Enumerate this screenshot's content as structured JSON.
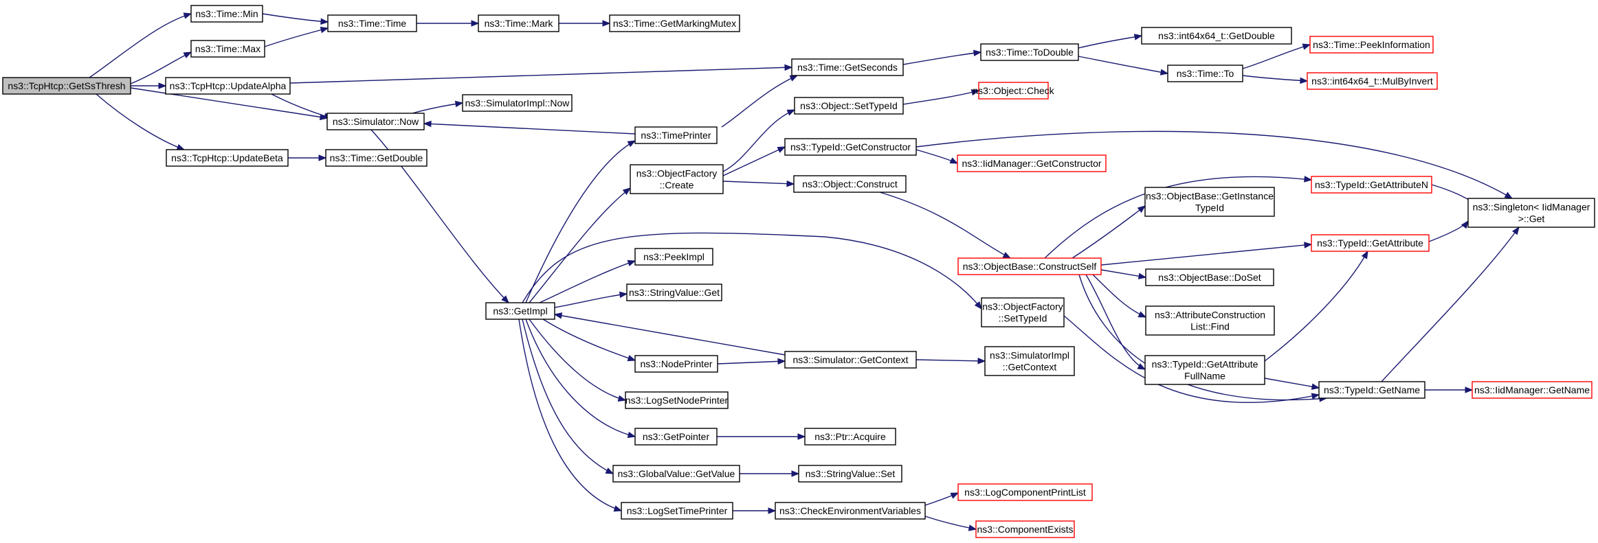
{
  "colors": {
    "edge": "#191970",
    "node_border": "#000000",
    "external_border": "#ff0000",
    "root_fill": "#bfbfbf",
    "background": "#ffffff"
  },
  "nodes": [
    {
      "id": "n1",
      "lines": [
        "ns3::TcpHtcp::GetSsThresh"
      ],
      "kind": "root"
    },
    {
      "id": "n2",
      "lines": [
        "ns3::Time::Min"
      ],
      "kind": "normal"
    },
    {
      "id": "n3",
      "lines": [
        "ns3::Time::Max"
      ],
      "kind": "normal"
    },
    {
      "id": "n4",
      "lines": [
        "ns3::TcpHtcp::UpdateAlpha"
      ],
      "kind": "normal"
    },
    {
      "id": "n5",
      "lines": [
        "ns3::TcpHtcp::UpdateBeta"
      ],
      "kind": "normal"
    },
    {
      "id": "n6",
      "lines": [
        "ns3::Time::Time"
      ],
      "kind": "normal"
    },
    {
      "id": "n7",
      "lines": [
        "ns3::Time::Mark"
      ],
      "kind": "normal"
    },
    {
      "id": "n8",
      "lines": [
        "ns3::Time::GetMarkingMutex"
      ],
      "kind": "normal"
    },
    {
      "id": "n9",
      "lines": [
        "ns3::Simulator::Now"
      ],
      "kind": "normal"
    },
    {
      "id": "n10",
      "lines": [
        "ns3::SimulatorImpl::Now"
      ],
      "kind": "normal"
    },
    {
      "id": "n11",
      "lines": [
        "ns3::Time::GetDouble"
      ],
      "kind": "normal"
    },
    {
      "id": "n12",
      "lines": [
        "ns3::Time::GetSeconds"
      ],
      "kind": "normal"
    },
    {
      "id": "n13",
      "lines": [
        "ns3::Time::ToDouble"
      ],
      "kind": "normal"
    },
    {
      "id": "n14",
      "lines": [
        "ns3::int64x64_t::GetDouble"
      ],
      "kind": "normal"
    },
    {
      "id": "n15",
      "lines": [
        "ns3::Time::To"
      ],
      "kind": "normal"
    },
    {
      "id": "n16",
      "lines": [
        "ns3::Time::PeekInformation"
      ],
      "kind": "external"
    },
    {
      "id": "n17",
      "lines": [
        "ns3::int64x64_t::MulByInvert"
      ],
      "kind": "external"
    },
    {
      "id": "n18",
      "lines": [
        "ns3::TimePrinter"
      ],
      "kind": "normal"
    },
    {
      "id": "n19",
      "lines": [
        "ns3::Object::SetTypeId"
      ],
      "kind": "normal"
    },
    {
      "id": "n20",
      "lines": [
        "ns3::Object::Check"
      ],
      "kind": "external"
    },
    {
      "id": "n21",
      "lines": [
        "ns3::ObjectFactory",
        "::Create"
      ],
      "kind": "normal"
    },
    {
      "id": "n22",
      "lines": [
        "ns3::TypeId::GetConstructor"
      ],
      "kind": "normal"
    },
    {
      "id": "n23",
      "lines": [
        "ns3::IidManager::GetConstructor"
      ],
      "kind": "external"
    },
    {
      "id": "n24",
      "lines": [
        "ns3::Object::Construct"
      ],
      "kind": "normal"
    },
    {
      "id": "n25",
      "lines": [
        "ns3::ObjectBase::GetInstance",
        "TypeId"
      ],
      "kind": "normal"
    },
    {
      "id": "n26",
      "lines": [
        "ns3::TypeId::GetAttributeN"
      ],
      "kind": "external"
    },
    {
      "id": "n27",
      "lines": [
        "ns3::Singleton< IidManager",
        ">::Get"
      ],
      "kind": "normal"
    },
    {
      "id": "n28",
      "lines": [
        "ns3::ObjectBase::ConstructSelf"
      ],
      "kind": "external"
    },
    {
      "id": "n29",
      "lines": [
        "ns3::TypeId::GetAttribute"
      ],
      "kind": "external"
    },
    {
      "id": "n30",
      "lines": [
        "ns3::ObjectBase::DoSet"
      ],
      "kind": "normal"
    },
    {
      "id": "n31",
      "lines": [
        "ns3::AttributeConstruction",
        "List::Find"
      ],
      "kind": "normal"
    },
    {
      "id": "n32",
      "lines": [
        "ns3::TypeId::GetAttribute",
        "FullName"
      ],
      "kind": "normal"
    },
    {
      "id": "n33",
      "lines": [
        "ns3::TypeId::GetName"
      ],
      "kind": "normal"
    },
    {
      "id": "n34",
      "lines": [
        "ns3::IidManager::GetName"
      ],
      "kind": "external"
    },
    {
      "id": "n35",
      "lines": [
        "ns3::GetImpl"
      ],
      "kind": "normal"
    },
    {
      "id": "n36",
      "lines": [
        "ns3::PeekImpl"
      ],
      "kind": "normal"
    },
    {
      "id": "n37",
      "lines": [
        "ns3::StringValue::Get"
      ],
      "kind": "normal"
    },
    {
      "id": "n38",
      "lines": [
        "ns3::ObjectFactory",
        "::SetTypeId"
      ],
      "kind": "normal"
    },
    {
      "id": "n39",
      "lines": [
        "ns3::NodePrinter"
      ],
      "kind": "normal"
    },
    {
      "id": "n40",
      "lines": [
        "ns3::Simulator::GetContext"
      ],
      "kind": "normal"
    },
    {
      "id": "n41",
      "lines": [
        "ns3::SimulatorImpl",
        "::GetContext"
      ],
      "kind": "normal"
    },
    {
      "id": "n42",
      "lines": [
        "ns3::LogSetNodePrinter"
      ],
      "kind": "normal"
    },
    {
      "id": "n43",
      "lines": [
        "ns3::GetPointer"
      ],
      "kind": "normal"
    },
    {
      "id": "n44",
      "lines": [
        "ns3::Ptr::Acquire"
      ],
      "kind": "normal"
    },
    {
      "id": "n45",
      "lines": [
        "ns3::GlobalValue::GetValue"
      ],
      "kind": "normal"
    },
    {
      "id": "n46",
      "lines": [
        "ns3::StringValue::Set"
      ],
      "kind": "normal"
    },
    {
      "id": "n47",
      "lines": [
        "ns3::LogSetTimePrinter"
      ],
      "kind": "normal"
    },
    {
      "id": "n48",
      "lines": [
        "ns3::CheckEnvironmentVariables"
      ],
      "kind": "normal"
    },
    {
      "id": "n49",
      "lines": [
        "ns3::LogComponentPrintList"
      ],
      "kind": "external"
    },
    {
      "id": "n50",
      "lines": [
        "ns3::ComponentExists"
      ],
      "kind": "external"
    }
  ],
  "edges": [
    [
      "n1",
      "n2"
    ],
    [
      "n1",
      "n3"
    ],
    [
      "n1",
      "n4"
    ],
    [
      "n1",
      "n9"
    ],
    [
      "n1",
      "n5"
    ],
    [
      "n2",
      "n6"
    ],
    [
      "n3",
      "n6"
    ],
    [
      "n6",
      "n7"
    ],
    [
      "n7",
      "n8"
    ],
    [
      "n4",
      "n12"
    ],
    [
      "n4",
      "n9"
    ],
    [
      "n9",
      "n10"
    ],
    [
      "n9",
      "n35"
    ],
    [
      "n5",
      "n11"
    ],
    [
      "n12",
      "n13"
    ],
    [
      "n13",
      "n14"
    ],
    [
      "n13",
      "n15"
    ],
    [
      "n15",
      "n16"
    ],
    [
      "n15",
      "n17"
    ],
    [
      "n18",
      "n12"
    ],
    [
      "n18",
      "n9"
    ],
    [
      "n35",
      "n18"
    ],
    [
      "n35",
      "n21"
    ],
    [
      "n35",
      "n36"
    ],
    [
      "n35",
      "n37"
    ],
    [
      "n35",
      "n38"
    ],
    [
      "n35",
      "n39"
    ],
    [
      "n35",
      "n42"
    ],
    [
      "n35",
      "n43"
    ],
    [
      "n35",
      "n45"
    ],
    [
      "n35",
      "n47"
    ],
    [
      "n21",
      "n19"
    ],
    [
      "n21",
      "n22"
    ],
    [
      "n21",
      "n24"
    ],
    [
      "n19",
      "n20"
    ],
    [
      "n22",
      "n23"
    ],
    [
      "n22",
      "n27"
    ],
    [
      "n24",
      "n28"
    ],
    [
      "n28",
      "n26"
    ],
    [
      "n28",
      "n25"
    ],
    [
      "n28",
      "n29"
    ],
    [
      "n28",
      "n30"
    ],
    [
      "n28",
      "n31"
    ],
    [
      "n28",
      "n32"
    ],
    [
      "n28",
      "n33"
    ],
    [
      "n26",
      "n27"
    ],
    [
      "n29",
      "n27"
    ],
    [
      "n32",
      "n29"
    ],
    [
      "n32",
      "n33"
    ],
    [
      "n33",
      "n27"
    ],
    [
      "n33",
      "n34"
    ],
    [
      "n38",
      "n33"
    ],
    [
      "n39",
      "n40"
    ],
    [
      "n40",
      "n35"
    ],
    [
      "n40",
      "n41"
    ],
    [
      "n43",
      "n44"
    ],
    [
      "n45",
      "n46"
    ],
    [
      "n47",
      "n48"
    ],
    [
      "n48",
      "n49"
    ],
    [
      "n48",
      "n50"
    ]
  ]
}
